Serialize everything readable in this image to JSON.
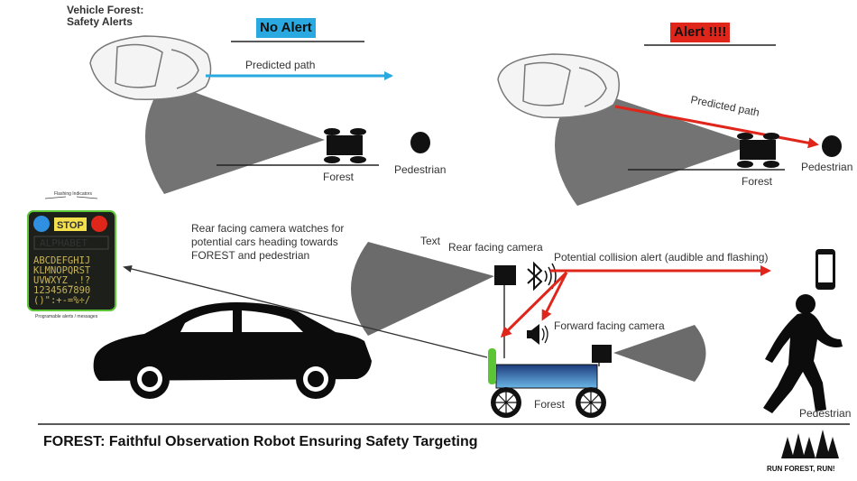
{
  "header": {
    "line1": "Vehicle Forest:",
    "line2": "Safety Alerts"
  },
  "scenario_no_alert": {
    "badge": "No Alert",
    "path_label": "Predicted path",
    "robot_label": "Forest",
    "pedestrian_label": "Pedestrian"
  },
  "scenario_alert": {
    "badge": "Alert !!!!",
    "path_label": "Predicted path",
    "robot_label": "Forest",
    "pedestrian_label": "Pedestrian"
  },
  "sign": {
    "top_label": "Flashing Indicators",
    "stop": "STOP",
    "word": "ALPHABET",
    "rows": [
      "ABCDEFGHIJ",
      "KLMNOPQRST",
      "UVWXYZ_.!?",
      "1234567890",
      "()\":+-=%÷/"
    ],
    "bottom_label": "Programable alerts / messages"
  },
  "bottom": {
    "rear_desc": [
      "Rear facing camera watches for",
      "potential cars heading towards",
      "FOREST and pedestrian"
    ],
    "text_label": "Text",
    "rear_camera_label": "Rear facing camera",
    "collision_label": "Potential collision alert (audible and flashing)",
    "forward_camera_label": "Forward facing camera",
    "robot_label": "Forest",
    "pedestrian_label": "Pedestrian"
  },
  "title": "FOREST: Faithful Observation Robot Ensuring Safety Targeting",
  "logo_text": "RUN FOREST, RUN!",
  "colors": {
    "no_alert": "#2aa9e0",
    "alert": "#e0261b",
    "cone": "#6b6b6b",
    "sign_bg": "#1c1f1a",
    "sign_text": "#c9b45a",
    "robot_body": "#1d3b7a",
    "bumper": "#5bc536"
  }
}
